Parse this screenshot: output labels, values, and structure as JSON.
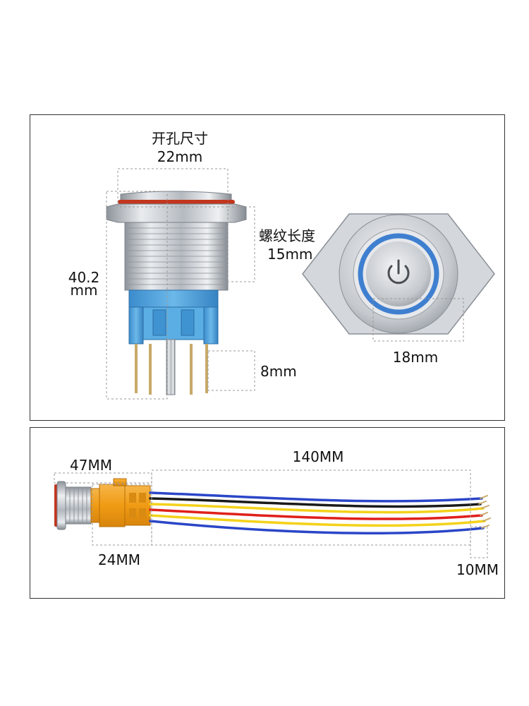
{
  "top_panel": {
    "hole_size_label": "开孔尺寸",
    "hole_size_value": "22mm",
    "thread_length_label": "螺纹长度",
    "thread_length_value": "15mm",
    "total_length_value_line1": "40.2",
    "total_length_value_line2": "mm",
    "pin_length_value": "8mm",
    "face_diameter_value": "18mm"
  },
  "bottom_panel": {
    "body_length_value": "47MM",
    "cable_length_value": "140MM",
    "connector_length_value": "24MM",
    "strip_length_value": "10MM"
  },
  "colors": {
    "panel_border": "#333333",
    "dim_line": "#999999",
    "steel": "#c9cdd2",
    "terminal_blue": "#4a9fd8",
    "connector_orange": "#f2a31b",
    "led_ring": "#3f7fd0",
    "wire_blue": "#2a46c8",
    "wire_yellow": "#f4d21a",
    "wire_black": "#1a1a1a",
    "wire_red": "#e0201b"
  }
}
